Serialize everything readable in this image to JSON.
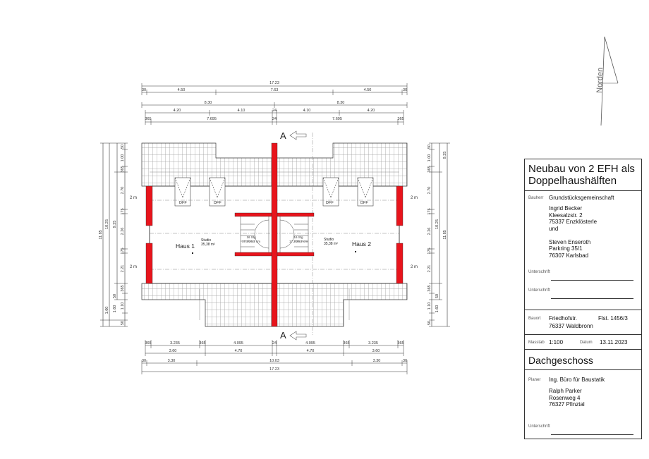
{
  "north": {
    "label": "Norden"
  },
  "section_marker": {
    "top": "A",
    "bottom": "A"
  },
  "dims_top": {
    "overall": "17.23",
    "row1": [
      "30",
      "4.50",
      "7.63",
      "4.50",
      "30"
    ],
    "row2": [
      "8.30",
      "8.30"
    ],
    "row3": [
      "4.20",
      "4.10",
      "24",
      "4.10",
      "4.20"
    ],
    "row4": [
      "365",
      "7.695",
      "24",
      "7.695",
      "365"
    ]
  },
  "dims_bottom": {
    "row1": [
      "365",
      "3.235",
      "365",
      "4.095",
      "24",
      "4.095",
      "365",
      "3.235",
      "365"
    ],
    "row2": [
      "3.60",
      "4.70",
      "4.70",
      "3.60"
    ],
    "row3": [
      "30",
      "3.30",
      "10.03",
      "3.30",
      "30"
    ],
    "overall": "17.23"
  },
  "dims_left": {
    "outer": "11.85",
    "mid": "10.25",
    "inner": "9.25",
    "segments": [
      "50",
      "1.00",
      "365",
      "2.70",
      "175",
      "2.26",
      "175",
      "2.21",
      "365",
      "50",
      "1.10",
      "1.60",
      "50"
    ],
    "low": [
      "1.60"
    ]
  },
  "dims_right": {
    "outer": "11.85",
    "mid": "10.25",
    "inner": "9.25",
    "segments": [
      "50",
      "1.00",
      "365",
      "2.70",
      "175",
      "2.26",
      "175",
      "2.21",
      "365",
      "50",
      "1.10",
      "1.60",
      "50"
    ]
  },
  "rooms": [
    {
      "house": "Haus 1",
      "name": "Studio",
      "area": "35,38 m²"
    },
    {
      "house": "Haus 2",
      "name": "Studio",
      "area": "35,38 m²"
    }
  ],
  "dormers": [
    "DFF",
    "DFF",
    "DFF",
    "DFF"
  ],
  "height_marks": [
    "2 m",
    "2 m",
    "2 m",
    "2 m"
  ],
  "stairs": [
    {
      "line1": "16 Stg",
      "line2": "17,2/26,2 cm"
    },
    {
      "line1": "16 Stg",
      "line2": "17,2/26,2 cm"
    }
  ],
  "title_block": {
    "project_title": "Neubau von 2 EFH als\nDoppelhaushälften",
    "bauherr_label": "Bauherr",
    "bauherr_name": "Grundstücksgemeinschaft",
    "bauherr_text": "Ingrid Becker\nKleesalzstr. 2\n75337 Enzklösterle\nund\n\nSteven Enseroth\nParkring 35/1\n76307 Karlsbad",
    "signature_label_1": "Unterschrift",
    "signature_label_2": "Unterschrift",
    "bauort_label": "Bauort",
    "bauort_street": "Friedhofstr.",
    "flst": "Flst. 1456/3",
    "bauort_city": "76337 Waldbronn",
    "massstab_label": "Masstab",
    "massstab": "1:100",
    "datum_label": "Datum",
    "datum": "13.11.2023",
    "sheet_title": "Dachgeschoss",
    "planer_label": "Planer",
    "planer_name": "Ing. Büro für Baustatik",
    "planer_text": "Ralph Parker\nRosenweg 4\n76327 Pfinztal",
    "signature_label_3": "Unterschrift"
  },
  "colors": {
    "wall_red": "#e8141c",
    "line": "#333333",
    "bg": "#ffffff"
  }
}
